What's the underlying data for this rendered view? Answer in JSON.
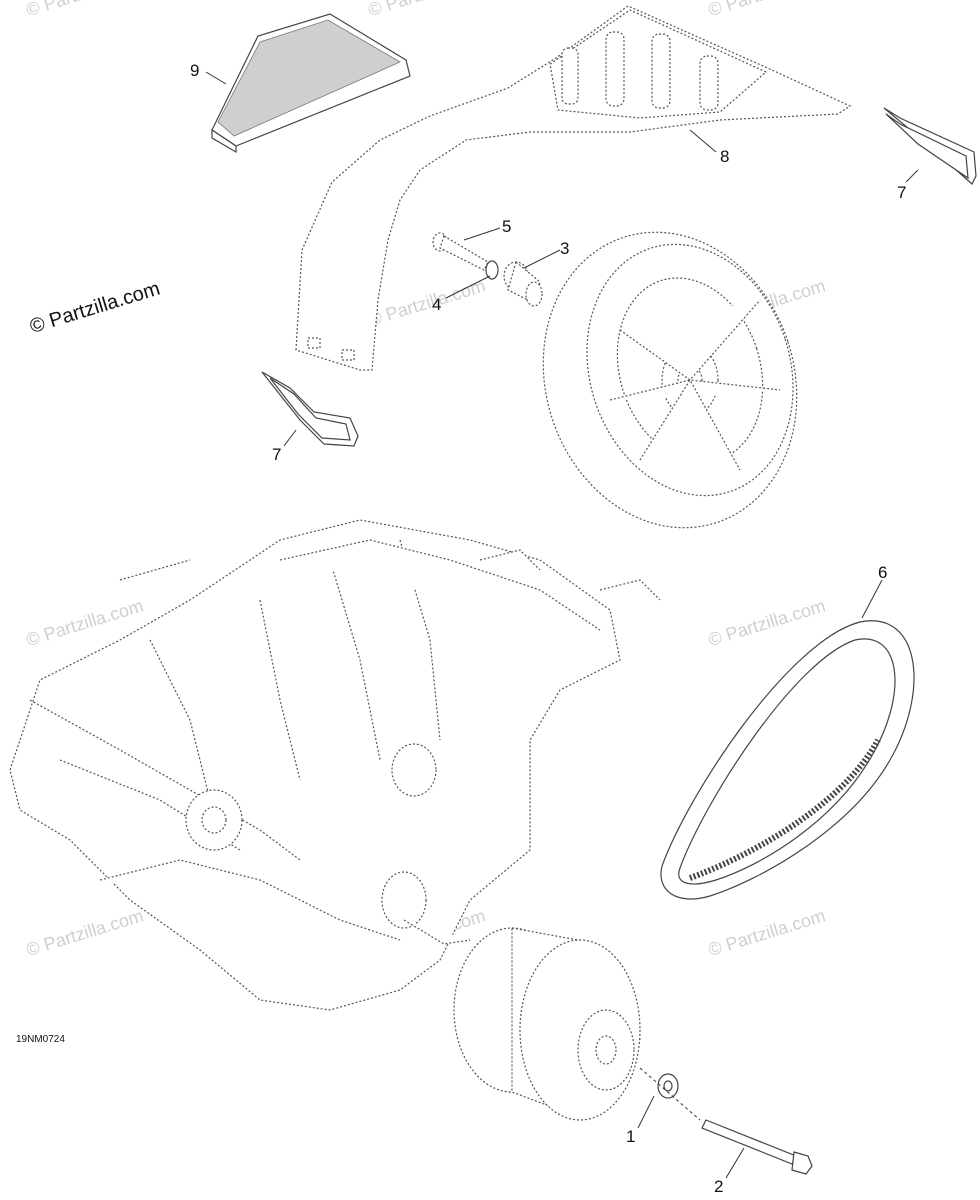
{
  "diagram": {
    "figure_code": "19NM0724",
    "copyright": "© Partzilla.com",
    "watermark": "© Partzilla.com",
    "callouts": [
      {
        "id": "c1",
        "label": "1"
      },
      {
        "id": "c2",
        "label": "2"
      },
      {
        "id": "c3",
        "label": "3"
      },
      {
        "id": "c4",
        "label": "4"
      },
      {
        "id": "c5",
        "label": "5"
      },
      {
        "id": "c6",
        "label": "6"
      },
      {
        "id": "c7a",
        "label": "7"
      },
      {
        "id": "c7b",
        "label": "7"
      },
      {
        "id": "c8",
        "label": "8"
      },
      {
        "id": "c9",
        "label": "9"
      }
    ]
  }
}
